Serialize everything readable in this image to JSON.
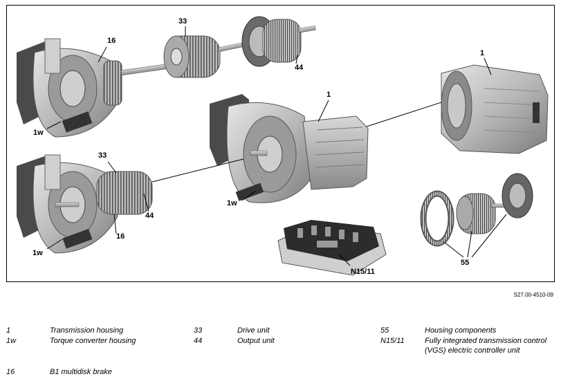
{
  "callouts": {
    "c16_top": "16",
    "c33_top": "33",
    "c44_top": "44",
    "c1_right": "1",
    "c1_center": "1",
    "c1w_top": "1w",
    "c1w_center": "1w",
    "c33_bottom": "33",
    "c44_bottom": "44",
    "c16_bottom": "16",
    "c1w_bottom": "1w",
    "cN15": "N15/11",
    "c55": "55"
  },
  "figure_code": "S27.00-4510-09",
  "legend": [
    {
      "key": "1",
      "text": "Transmission housing"
    },
    {
      "key": "1w",
      "text": "Torque converter housing"
    },
    {
      "key": "16",
      "text": "B1 multidisk brake"
    },
    {
      "key": "33",
      "text": "Drive unit"
    },
    {
      "key": "44",
      "text": "Output unit"
    },
    {
      "key": "55",
      "text": "Housing components"
    },
    {
      "key": "N15/11",
      "text": "Fully integrated transmission control (VGS) electric controller unit"
    }
  ]
}
